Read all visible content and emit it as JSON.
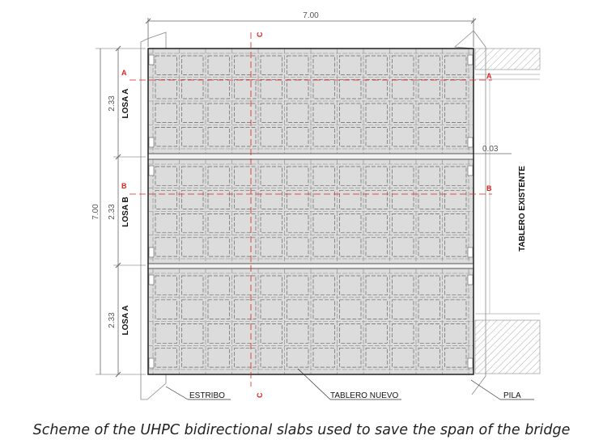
{
  "drawing": {
    "top_dimension": "7.00",
    "left_dimension": "7.00",
    "gap_dimension": "0.03",
    "slabs": [
      {
        "label": "LOSA A",
        "dimension": "2.33"
      },
      {
        "label": "LOSA B",
        "dimension": "2.33"
      },
      {
        "label": "LOSA A",
        "dimension": "2.33"
      }
    ],
    "sections": {
      "a": "A",
      "b": "B",
      "c": "C"
    },
    "right_label": "TABLERO EXISTENTE",
    "callouts": {
      "abutment": "ESTRIBO",
      "new_deck": "TABLERO NUEVO",
      "pier": "PILA"
    }
  },
  "caption": "Scheme of the UHPC bidirectional slabs used to save the span of the bridge"
}
